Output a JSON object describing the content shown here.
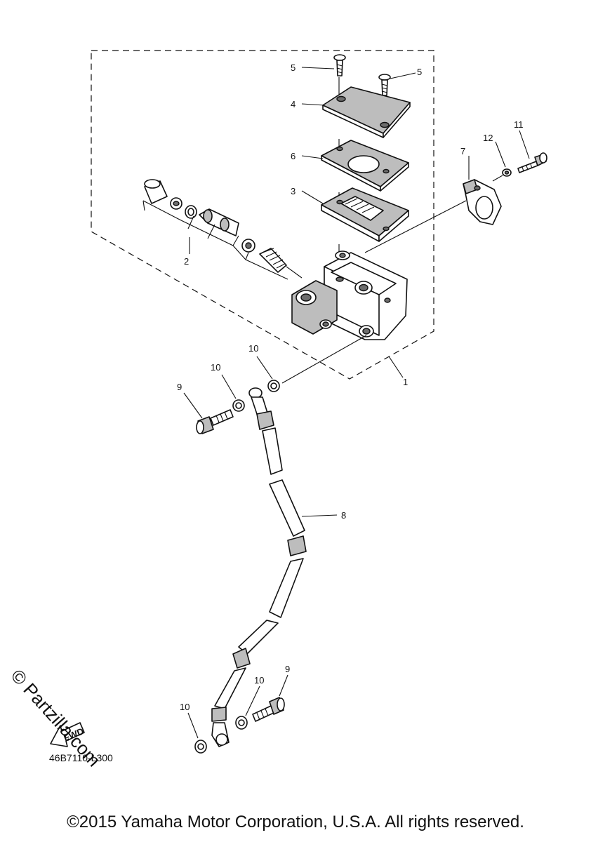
{
  "callouts": {
    "c1": "1",
    "c2": "2",
    "c3": "3",
    "c4": "4",
    "c5a": "5",
    "c5b": "5",
    "c6": "6",
    "c7": "7",
    "c8": "8",
    "c9a": "9",
    "c9b": "9",
    "c10a": "10",
    "c10b": "10",
    "c10c": "10",
    "c10d": "10",
    "c11": "11",
    "c12": "12"
  },
  "fwd_label": "FWD",
  "figure_id": "46B7110-L300",
  "watermark": "© Partzilla.com",
  "copyright": "©2015 Yamaha Motor Corporation, U.S.A. All rights reserved."
}
